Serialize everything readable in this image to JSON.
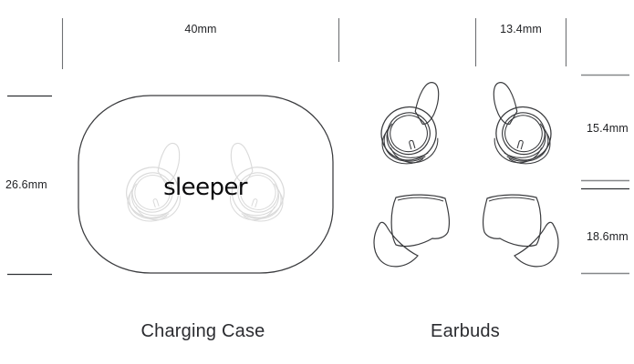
{
  "page": {
    "background_color": "#ffffff",
    "line_color": "#333333",
    "ghost_line_color": "#dcdcdc",
    "tick_color": "#808080",
    "text_color": "#222326"
  },
  "brand": {
    "logo_text": "sleeper"
  },
  "dimensions": {
    "case_width": "40mm",
    "case_height": "26.6mm",
    "earbud_width": "13.4mm",
    "earbud_height_front": "15.4mm",
    "earbud_height_side": "18.6mm"
  },
  "captions": {
    "charging_case": "Charging Case",
    "earbuds": "Earbuds"
  },
  "products": [
    {
      "name": "Charging Case",
      "width_mm": 40,
      "height_mm": 26.6,
      "view": "top"
    },
    {
      "name": "Earbuds",
      "width_mm": 13.4,
      "height_front_mm": 15.4,
      "height_side_mm": 18.6,
      "views": [
        "front",
        "side"
      ],
      "count": 2
    }
  ]
}
